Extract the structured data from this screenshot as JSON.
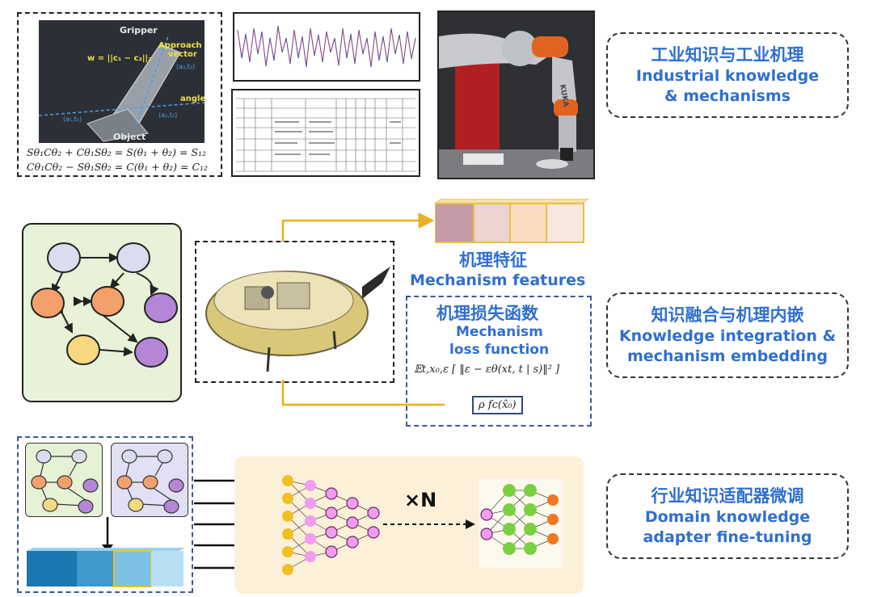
{
  "panels": {
    "industrial": {
      "zh": "工业知识与工业机理",
      "en1": "Industrial knowledge",
      "en2": "& mechanisms"
    },
    "integration": {
      "zh": "知识融合与机理内嵌",
      "en1": "Knowledge integration &",
      "en2": "mechanism embedding"
    },
    "adapter": {
      "zh": "行业知识适配器微调",
      "en1": "Domain knowledge",
      "en2": "adapter fine-tuning"
    }
  },
  "gripper": {
    "label_gripper": "Gripper",
    "label_approach": "Approach",
    "label_vector": "vector",
    "label_w": "w = ||c₁ − c₂||₂",
    "label_angle": "angle",
    "label_object": "Object",
    "axis_1": "(a₁,t₁)",
    "axis_2": "(a₂,t₂)",
    "axis_3": "(a₃,t₃)",
    "eq1": "Sθ₁Cθ₂ + Cθ₁Sθ₂ = S(θ₁ + θ₂) = S₁₂",
    "eq2": "Cθ₁Cθ₂ − Sθ₁Sθ₂ = C(θ₁ + θ₂) = C₁₂"
  },
  "robot": {
    "brand": "KUKA"
  },
  "mechanism": {
    "features_zh": "机理特征",
    "features_en": "Mechanism features",
    "loss_zh": "机理损失函数",
    "loss_en1": "Mechanism",
    "loss_en2": "loss function",
    "loss_formula": "𝔼t,x₀,ε [ ‖ε − εθ(xt, t | s)‖² ]",
    "rho_formula": "ρ fc(x̂₀)"
  },
  "finetune": {
    "multiplier": "×N"
  },
  "colors": {
    "accent_blue": "#2f6fd0",
    "arrow_gold": "#e8b020",
    "node_lavender": "#dcdcf0",
    "node_orange": "#f4a06a",
    "node_purple": "#b486d6",
    "node_yellow": "#f8d880",
    "nn_yellow": "#f0c020",
    "nn_pink": "#f09cf0",
    "nn_green": "#7ad040",
    "nn_orange": "#f07820"
  }
}
